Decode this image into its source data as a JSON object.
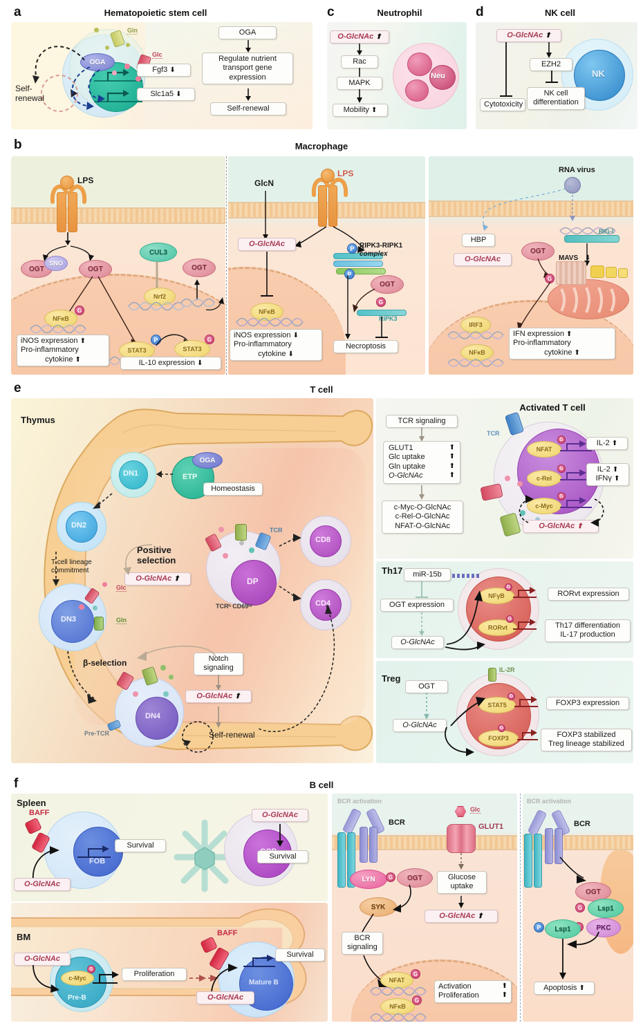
{
  "figure": {
    "panels": [
      {
        "letter": "a",
        "title": "Hematopoietic stem cell"
      },
      {
        "letter": "b",
        "title": "Macrophage"
      },
      {
        "letter": "c",
        "title": "Neutrophil"
      },
      {
        "letter": "d",
        "title": "NK cell"
      },
      {
        "letter": "e",
        "title": "T cell"
      },
      {
        "letter": "f",
        "title": "B cell"
      }
    ]
  },
  "panel_a": {
    "letter": "a",
    "title": "Hematopoietic stem cell",
    "self_renewal": "Self-\nrenewal",
    "self_renewal_l1": "Self-",
    "self_renewal_l2": "renewal",
    "oga_enzyme": "OGA",
    "gln_label": "Gln",
    "glc_label": "Glc",
    "fgf3": "Fgf3",
    "fgf3_arrow": "⬇",
    "slc1a5": "Slc1a5",
    "slc1a5_arrow": "⬇",
    "flow": {
      "oga": "OGA",
      "regulate": "Regulate nutrient transport gene expression",
      "self_renewal": "Self-renewal"
    }
  },
  "panel_c": {
    "letter": "c",
    "title": "Neutrophil",
    "oglcnac": "O-GlcNAc",
    "oglcnac_arrow": "⬆",
    "rac": "Rac",
    "mapk": "MAPK",
    "mobility": "Mobility",
    "mobility_arrow": "⬆",
    "cell_label": "Neu"
  },
  "panel_d": {
    "letter": "d",
    "title": "NK cell",
    "oglcnac": "O-GlcNAc",
    "oglcnac_arrow": "⬆",
    "ezh2": "EZH2",
    "cytotoxicity": "Cytotoxicity",
    "nk_diff_l1": "NK cell",
    "nk_diff_l2": "differentiation",
    "cell_label": "NK"
  },
  "panel_b": {
    "letter": "b",
    "title": "Macrophage",
    "left": {
      "lps": "LPS",
      "ogt": "OGT",
      "sno": "SNO",
      "ogt2": "OGT",
      "cul3": "CUL3",
      "nrf2": "Nrf2",
      "ogt3": "OGT",
      "nfkb": "NFκB",
      "g": "G",
      "stat3_p": "STAT3",
      "p": "P",
      "stat3_g": "STAT3",
      "outcome_l1": "iNOS expression",
      "outcome_a1": "⬆",
      "outcome_l2": "Pro-inflammatory",
      "outcome_l3": "cytokine",
      "outcome_a2": "⬆",
      "il10": "IL-10 expression",
      "il10_arrow": "⬇"
    },
    "middle": {
      "glcn": "GlcN",
      "lps": "LPS",
      "oglcnac": "O-GlcNAc",
      "ripk_l1": "RIPK3-RIPK1",
      "ripk_l2": "complex",
      "p1": "P",
      "p2": "P",
      "ogt": "OGT",
      "g": "G",
      "ripk3": "RIPK3",
      "nfkb": "NFκB",
      "outcome_l1": "iNOS expression",
      "outcome_a1": "⬇",
      "outcome_l2": "Pro-inflammatory",
      "outcome_l3": "cytokine",
      "outcome_a2": "⬇",
      "necroptosis": "Necroptosis"
    },
    "right": {
      "rna_virus": "RNA virus",
      "hbp": "HBP",
      "oglcnac": "O-GlcNAc",
      "ogt": "OGT",
      "g": "G",
      "rigi": "RIG-I",
      "mavs": "MAVS",
      "mavs_arrow": "⬇",
      "irf3": "IRF3",
      "nfkb": "NFκB",
      "outcome_l1": "IFN expression",
      "outcome_a1": "⬆",
      "outcome_l2": "Pro-inflammatory",
      "outcome_l3": "cytokine",
      "outcome_a2": "⬆"
    }
  },
  "panel_e": {
    "letter": "e",
    "title": "T cell",
    "thymus": {
      "label": "Thymus",
      "dn1": "DN1",
      "dn2": "DN2",
      "dn3": "DN3",
      "dn4": "DN4",
      "etp": "ETP",
      "oga": "OGA",
      "homeostasis": "Homeostasis",
      "lineage_l1": "T cell lineage",
      "lineage_l2": "commitment",
      "glc": "Glc",
      "gln": "Gln",
      "beta_selection": "β-selection",
      "pre_tcr": "Pre-TCR",
      "positive_l1": "Positive",
      "positive_l2": "selection",
      "oglcnac_pos": "O-GlcNAc",
      "oglcnac_pos_arrow": "⬆",
      "dp": "DP",
      "tcr": "TCR",
      "tcr_cd69": "TCRʰ CD69ʰⁱ",
      "cd8": "CD8",
      "cd4": "CD4",
      "notch_l1": "Notch",
      "notch_l2": "signaling",
      "oglcnac_notch": "O-GlcNAc",
      "oglcnac_notch_arrow": "⬆",
      "self_renewal": "Self-renewal"
    },
    "activated": {
      "title": "Activated T cell",
      "tcr_signaling": "TCR signaling",
      "metrics": [
        {
          "label": "GLUT1",
          "arrow": "⬆"
        },
        {
          "label": "Glc uptake",
          "arrow": "⬆"
        },
        {
          "label": "Gln uptake",
          "arrow": "⬆"
        },
        {
          "label": "O-GlcNAc",
          "arrow": "⬆"
        }
      ],
      "targets_l1": "c-Myc-O-GlcNAc",
      "targets_l2": "c-Rel-O-GlcNAc",
      "targets_l3": "NFAT-O-GlcNAc",
      "tcr": "TCR",
      "nfat": "NFAT",
      "crel": "c-Rel",
      "cmyc": "c-Myc",
      "il2_a": "IL-2",
      "il2_a_arrow": "⬆",
      "il2_b": "IL-2",
      "il2_b_arrow": "⬆",
      "ifng": "IFNγ",
      "ifng_arrow": "⬆",
      "oglcnac": "O-GlcNAc",
      "oglcnac_arrow": "⬆"
    },
    "th17": {
      "label": "Th17",
      "mir15b": "miR-15b",
      "ogt_expression": "OGT expression",
      "oglcnac": "O-GlcNAc",
      "nfyb": "NFγB",
      "rorvt": "RORvt",
      "rorvt_expression": "RORvt expression",
      "out_l1": "Th17 differentiation",
      "out_l2": "IL-17 production"
    },
    "treg": {
      "label": "Treg",
      "ogt": "OGT",
      "oglcnac": "O-GlcNAc",
      "il2r": "IL-2R",
      "stat5": "STAT5",
      "foxp3": "FOXP3",
      "foxp3_expression": "FOXP3 expression",
      "out_l1": "FOXP3 stabilized",
      "out_l2": "Treg lineage stabilized"
    }
  },
  "panel_f": {
    "letter": "f",
    "title": "B cell",
    "spleen": {
      "label": "Spleen",
      "baff": "BAFF",
      "fob": "FOB",
      "survival": "Survival",
      "oglcnac_left": "O-GlcNAc",
      "gcb": "GCB",
      "oglcnac_right": "O-GlcNAc",
      "survival_right": "Survival"
    },
    "bm": {
      "label": "BM",
      "oglcnac_left": "O-GlcNAc",
      "cmyc": "c-Myc",
      "pre_b": "Pre-B",
      "proliferation": "Proliferation",
      "baff": "BAFF",
      "mature_b": "Mature B",
      "survival": "Survival",
      "oglcnac_right": "O-GlcNAc"
    },
    "bcr_left": {
      "bcr_activation": "BCR activation",
      "bcr": "BCR",
      "glc": "Glc",
      "glut1": "GLUT1",
      "lyn": "LYN",
      "g": "G",
      "ogt": "OGT",
      "syk": "SYK",
      "bcr_signal_l1": "BCR",
      "bcr_signal_l2": "signaling",
      "glucose_l1": "Glucose",
      "glucose_l2": "uptake",
      "oglcnac": "O-GlcNAc",
      "oglcnac_arrow": "⬆",
      "nfat": "NFAT",
      "nfkb": "NFκB",
      "out_l1": "Activation",
      "out_a1": "⬆",
      "out_l2": "Proliferation",
      "out_a2": "⬆"
    },
    "bcr_right": {
      "bcr_activation": "BCR activation",
      "bcr": "BCR",
      "ogt": "OGT",
      "g1": "G",
      "lsp1_a": "Lsp1",
      "g2": "G",
      "pkc": "PKC",
      "p": "P",
      "lsp1_b": "Lsp1",
      "apoptosis": "Apoptosis",
      "apoptosis_arrow": "⬆"
    }
  },
  "colors": {
    "accent_glcnac": "#a83a52",
    "ogt_fill": "#e8a0aa",
    "oga_fill": "#8b8fd0",
    "tf_fill": "#eed46b",
    "nk_blue": "#3f9fe0",
    "neu_pink": "#d4547e",
    "membrane": "#f3d9b8"
  }
}
